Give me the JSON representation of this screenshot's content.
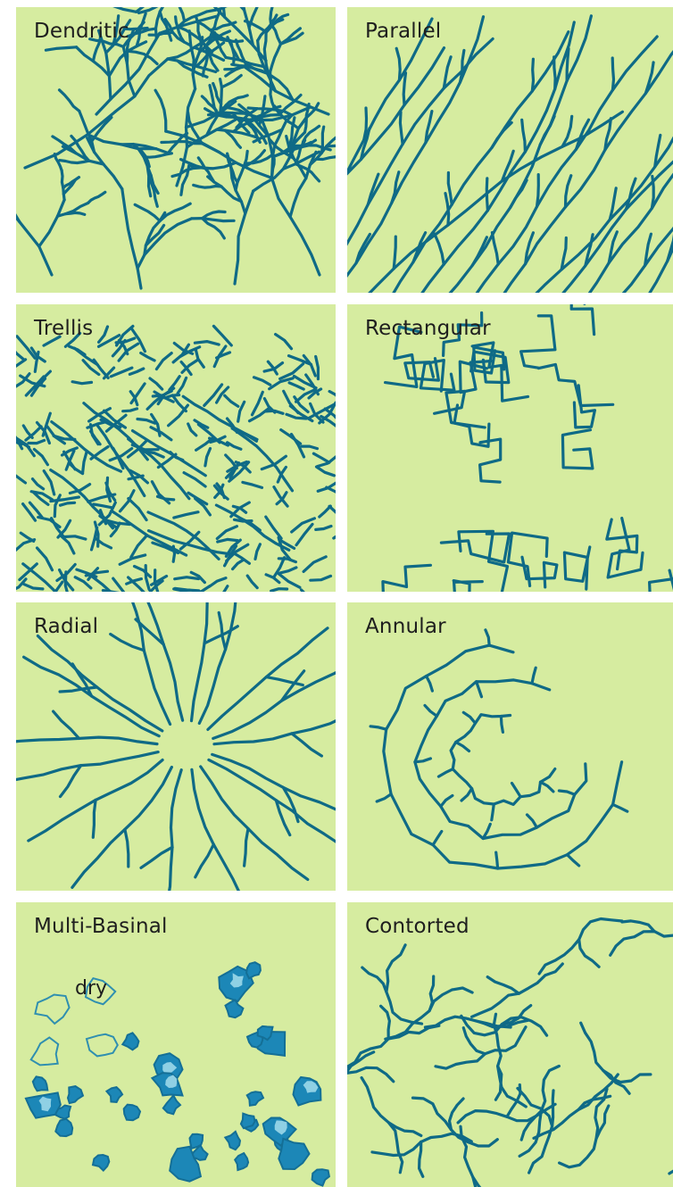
{
  "panels": [
    {
      "label": "Dendritic"
    },
    {
      "label": "Parallel"
    },
    {
      "label": "Trellis"
    },
    {
      "label": "Rectangular"
    },
    {
      "label": "Radial"
    },
    {
      "label": "Annular"
    },
    {
      "label": "Multi-Basinal",
      "annotation": "dry"
    },
    {
      "label": "Contorted"
    }
  ],
  "colors": {
    "panel_background": "#d6eca0",
    "stream": "#0f6a86",
    "basin_water": "#1c87b7",
    "basin_shallow": "#8fd0e4",
    "dry_outline": "#2f8fb0",
    "divider": "#ffffff"
  }
}
